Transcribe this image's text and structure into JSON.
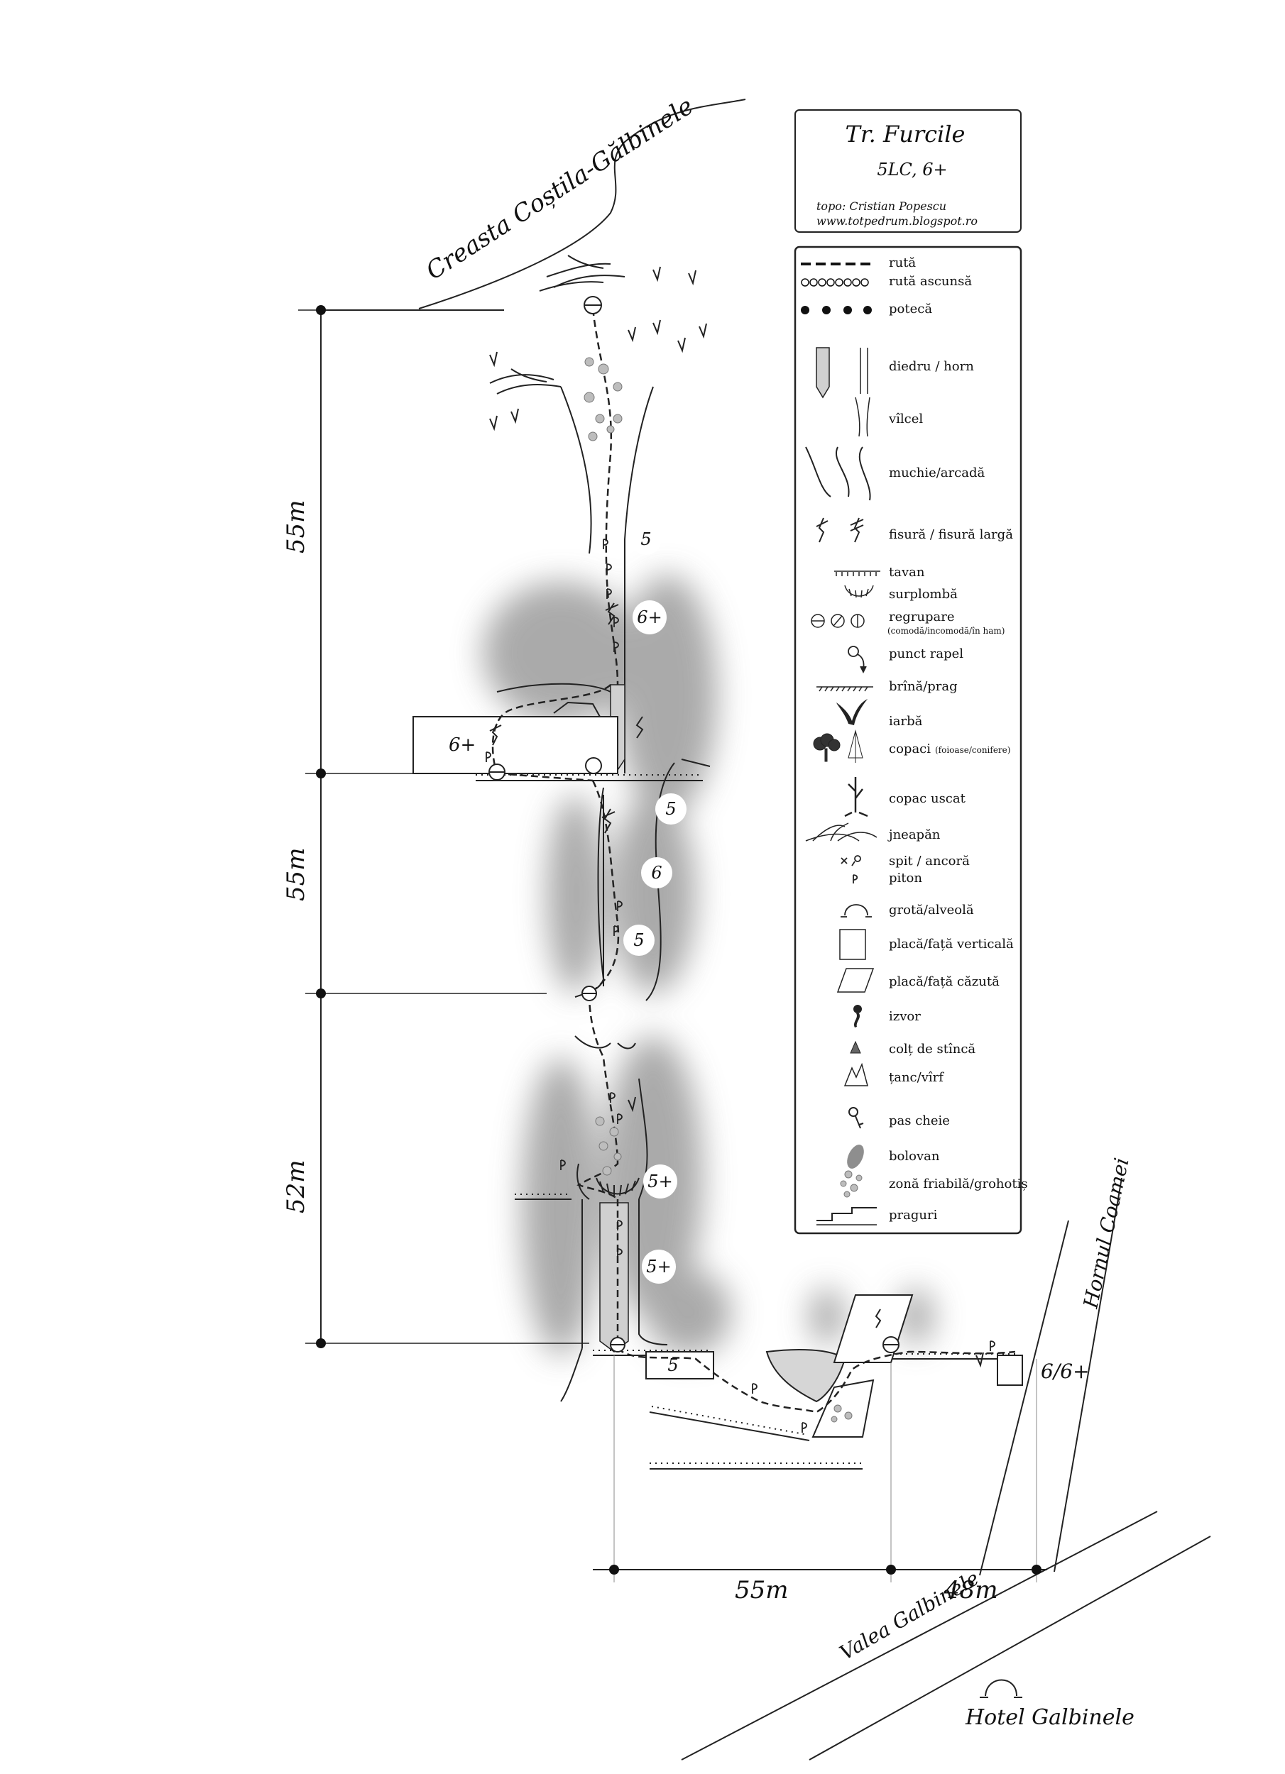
{
  "title_box": {
    "route_name": "Tr. Furcile",
    "grade": "5LC, 6+",
    "author": "topo: Cristian Popescu",
    "website": "www.totpedrum.blogspot.ro"
  },
  "legend": [
    {
      "icon": "dashed-line-icon",
      "label": "rută"
    },
    {
      "icon": "circle-chain-icon",
      "label": "rută ascunsă"
    },
    {
      "icon": "dotted-line-icon",
      "label": "potecă"
    },
    {
      "icon": "dihedral-icon",
      "label": "diedru / horn"
    },
    {
      "icon": "gully-icon",
      "label": "vîlcel"
    },
    {
      "icon": "ridge-icon",
      "label": "muchie/arcadă"
    },
    {
      "icon": "crack-icon",
      "label": "fisură / fisură largă"
    },
    {
      "icon": "roof-icon",
      "label": "tavan"
    },
    {
      "icon": "overhang-icon",
      "label": "surplombă"
    },
    {
      "icon": "belay-icon",
      "label": "regrupare",
      "sub": "(comodă/incomodă/în ham)"
    },
    {
      "icon": "rappel-icon",
      "label": "punct rapel"
    },
    {
      "icon": "ledge-icon",
      "label": "brînă/prag"
    },
    {
      "icon": "grass-icon",
      "label": "iarbă"
    },
    {
      "icon": "trees-icon",
      "label": "copaci",
      "sub": "(foioase/conifere)"
    },
    {
      "icon": "dead-tree-icon",
      "label": "copac uscat"
    },
    {
      "icon": "dwarf-pine-icon",
      "label": "jneapăn"
    },
    {
      "icon": "bolt-icon",
      "label": "spit / ancoră"
    },
    {
      "icon": "piton-icon",
      "label": "piton"
    },
    {
      "icon": "cave-icon",
      "label": "grotă/alveolă"
    },
    {
      "icon": "vertical-slab-icon",
      "label": "placă/față verticală"
    },
    {
      "icon": "slanted-slab-icon",
      "label": "placă/față căzută"
    },
    {
      "icon": "spring-icon",
      "label": "izvor"
    },
    {
      "icon": "rock-tooth-icon",
      "label": "colț de stîncă"
    },
    {
      "icon": "pinnacle-icon",
      "label": "țanc/vîrf"
    },
    {
      "icon": "key-icon",
      "label": "pas cheie"
    },
    {
      "icon": "boulder-icon",
      "label": "bolovan"
    },
    {
      "icon": "scree-icon",
      "label": "zonă friabilă/grohotiș"
    },
    {
      "icon": "steps-icon",
      "label": "praguri"
    }
  ],
  "labels": {
    "ridge": "Creasta Coștila-Gălbinele",
    "chimney": "Hornul Coamei",
    "valley": "Valea Galbinele",
    "hotel": "Hotel Galbinele",
    "approach_grade": "6/6+"
  },
  "pitches": [
    {
      "grade": "5"
    },
    {
      "grade": "6+"
    },
    {
      "grade": "6+"
    },
    {
      "grade": "5"
    },
    {
      "grade": "6"
    },
    {
      "grade": "5"
    },
    {
      "grade": "5+"
    },
    {
      "grade": "5+"
    },
    {
      "grade": "5"
    }
  ],
  "dimensions": {
    "vertical": [
      {
        "label": "55m"
      },
      {
        "label": "55m"
      },
      {
        "label": "52m"
      }
    ],
    "horizontal": [
      {
        "label": "55m"
      },
      {
        "label": "48m"
      }
    ]
  }
}
